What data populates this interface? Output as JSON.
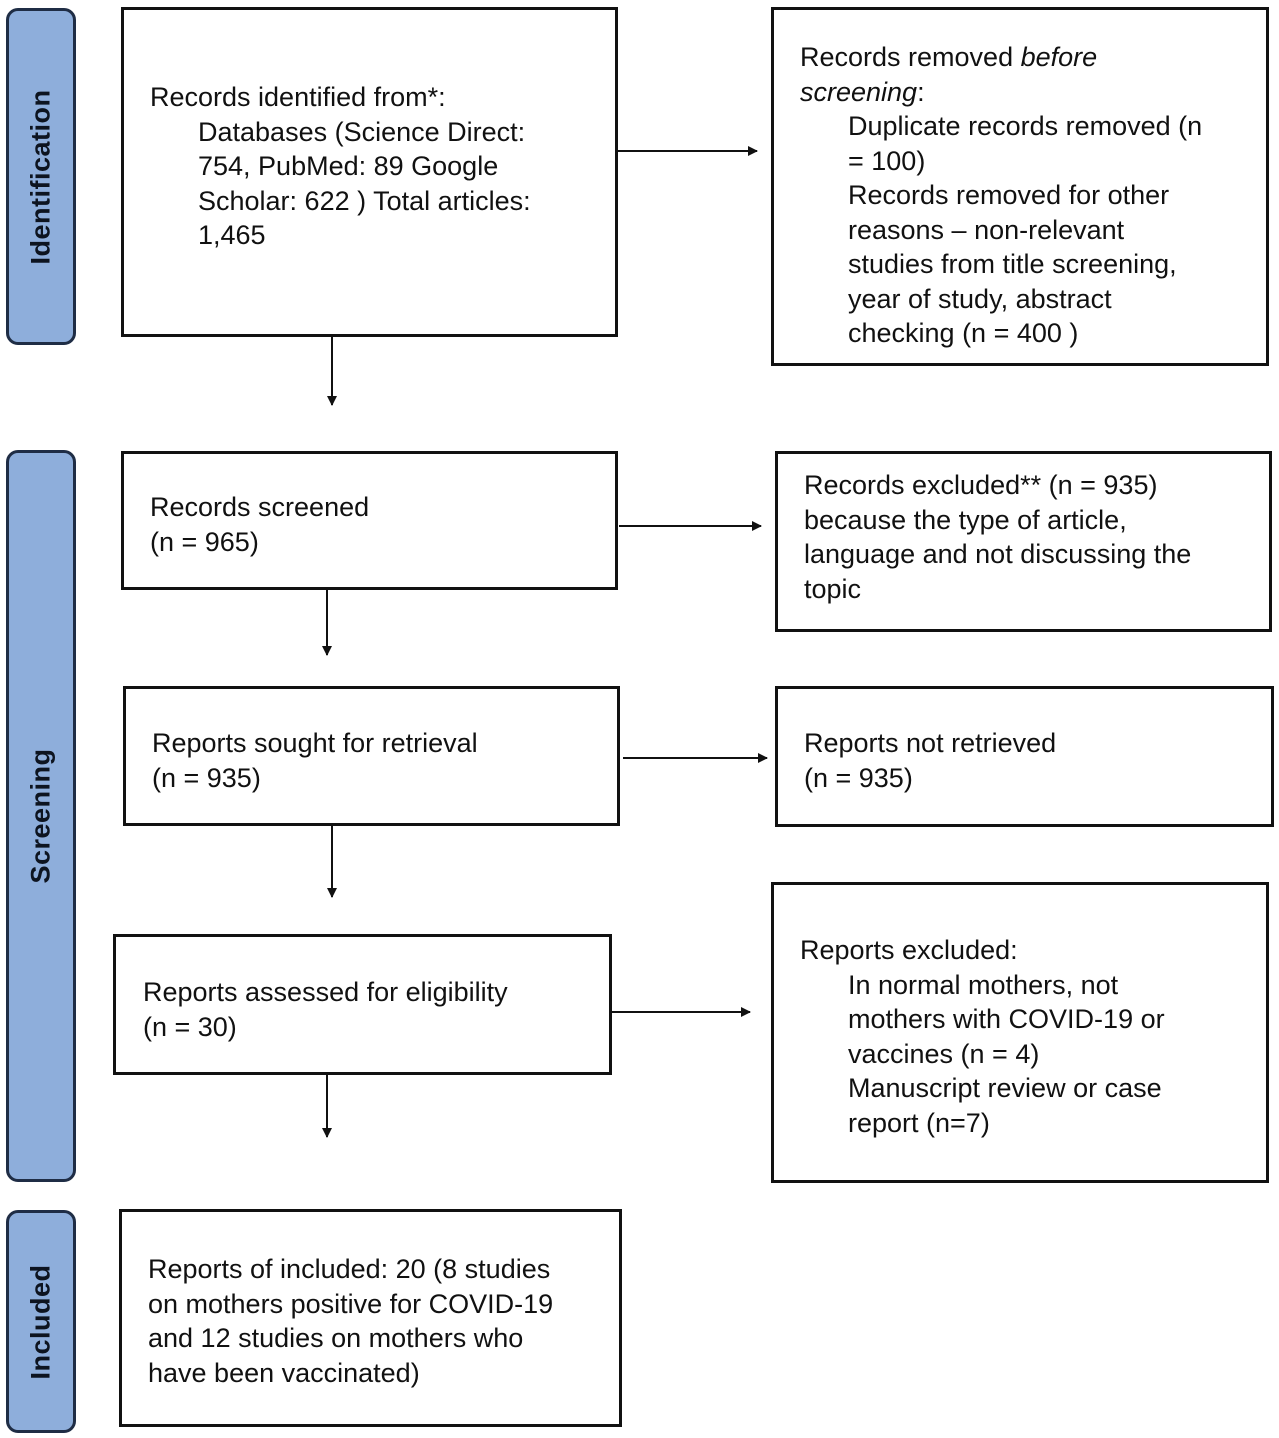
{
  "phases": {
    "identification": "Identification",
    "screening": "Screening",
    "included": "Included"
  },
  "identified": {
    "heading": "Records identified from*:",
    "lines": [
      "Databases  (Science Direct:",
      "754, PubMed: 89 Google",
      "Scholar:  622 ) Total articles:",
      "1,465"
    ]
  },
  "removed_before": {
    "heading_normal": "Records removed ",
    "heading_italic": "before",
    "heading_italic2": "screening",
    "heading_tail": ":",
    "item1": [
      "Duplicate  records  removed  (n",
      "= 100)"
    ],
    "item2": [
      "Records removed for other",
      "reasons – non-relevant",
      "studies from title screening,",
      "year of study, abstract",
      "checking (n = 400 )"
    ]
  },
  "screened": {
    "label": "Records screened",
    "count": "(n = 965)"
  },
  "excluded_records": {
    "lines": [
      "Records excluded** (n = 935)",
      "because the type of article,",
      "language  and  not discussing the",
      "topic"
    ]
  },
  "sought": {
    "label": "Reports sought for retrieval",
    "count": "(n = 935)"
  },
  "not_retrieved": {
    "label": "Reports not retrieved",
    "count": "(n = 935)"
  },
  "assessed": {
    "label": "Reports assessed  for eligibility",
    "count": "(n = 30)"
  },
  "reports_excluded": {
    "heading": "Reports excluded:",
    "item1": [
      "In normal  mothers,  not",
      "mothers with COVID-19 or",
      "vaccines  (n = 4)"
    ],
    "item2": [
      "Manuscript review or case",
      "report (n=7)"
    ]
  },
  "included_reports": {
    "lines": [
      "Reports of included:  20 (8 studies",
      "on mothers positive for COVID-19",
      "and 12 studies on mothers who",
      "have been vaccinated)"
    ]
  }
}
